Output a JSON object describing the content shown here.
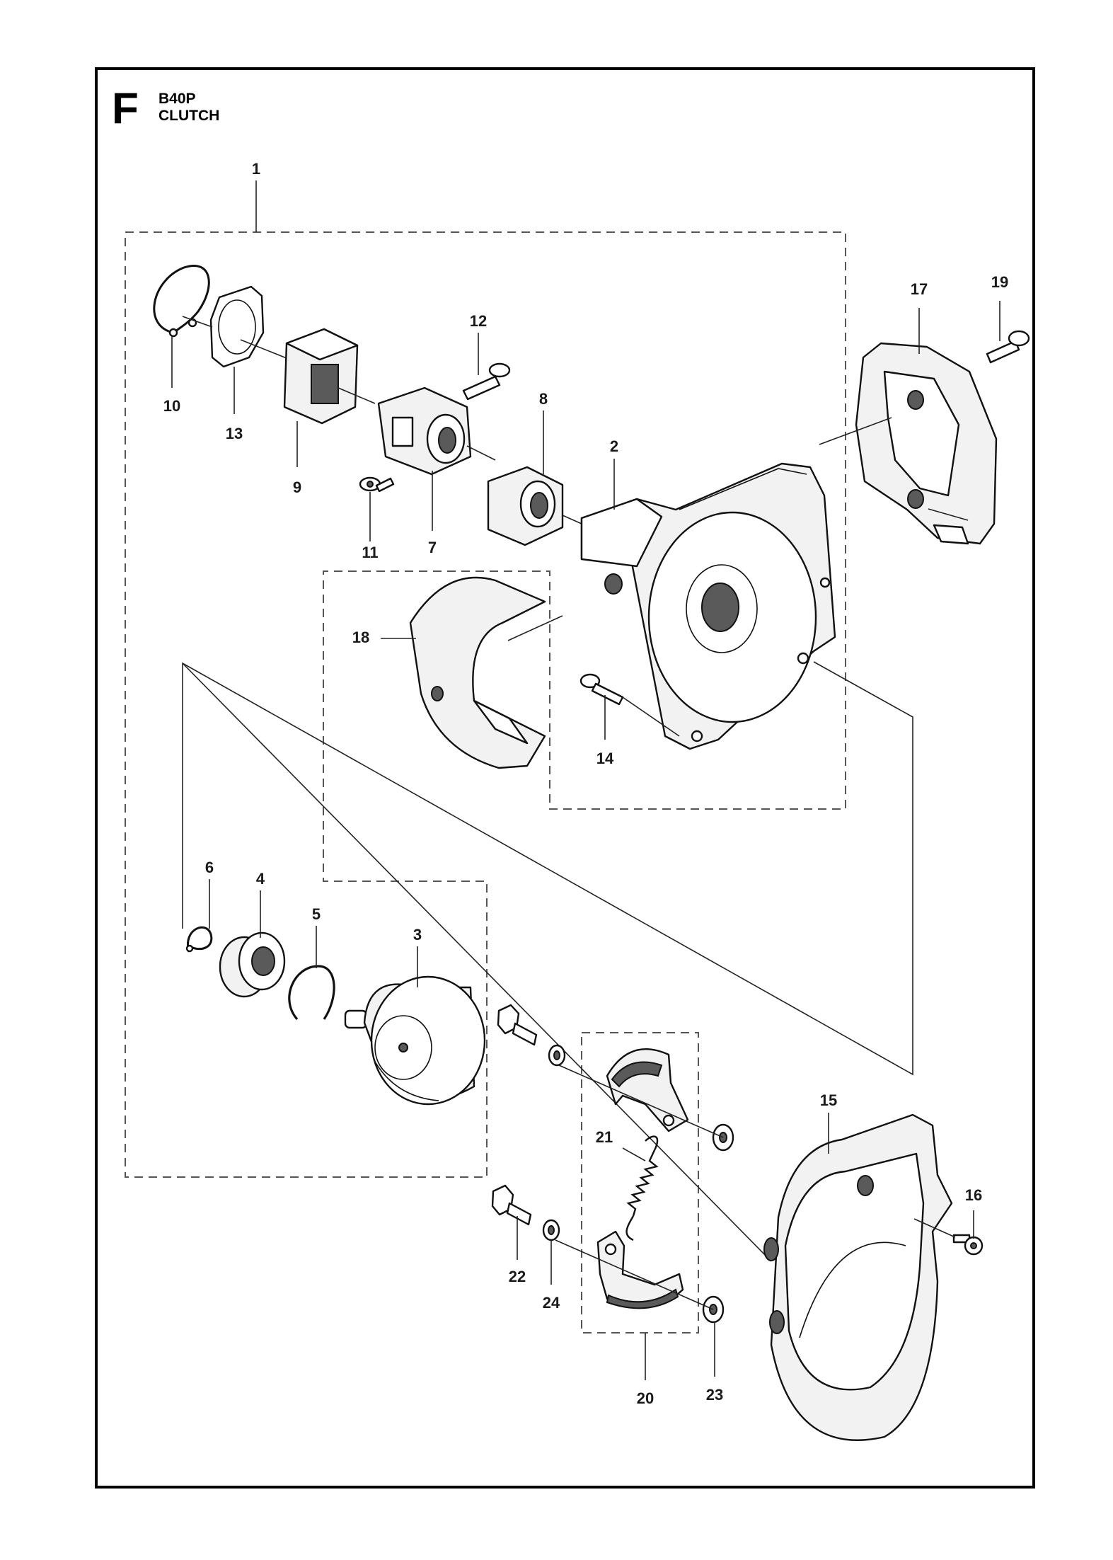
{
  "header": {
    "section_letter": "F",
    "model": "B40P",
    "title": "CLUTCH"
  },
  "callouts": [
    "1",
    "2",
    "3",
    "4",
    "5",
    "6",
    "7",
    "8",
    "9",
    "10",
    "11",
    "12",
    "13",
    "14",
    "15",
    "16",
    "17",
    "18",
    "19",
    "20",
    "21",
    "22",
    "23",
    "24"
  ]
}
